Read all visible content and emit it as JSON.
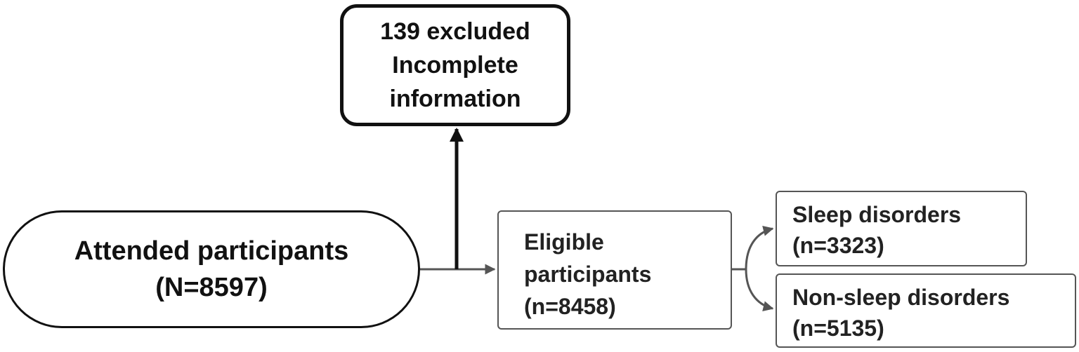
{
  "attended": {
    "label": "Attended participants",
    "count": "(N=8597)"
  },
  "excluded": {
    "line1": "139 excluded",
    "line2": "Incomplete",
    "line3": "information"
  },
  "eligible": {
    "line1": "Eligible",
    "line2": "participants",
    "count": "(n=8458)"
  },
  "sleep_disorders": {
    "label": "Sleep disorders",
    "count": "(n=3323)"
  },
  "non_sleep_disorders": {
    "label": "Non-sleep disorders",
    "count": "(n=5135)"
  }
}
